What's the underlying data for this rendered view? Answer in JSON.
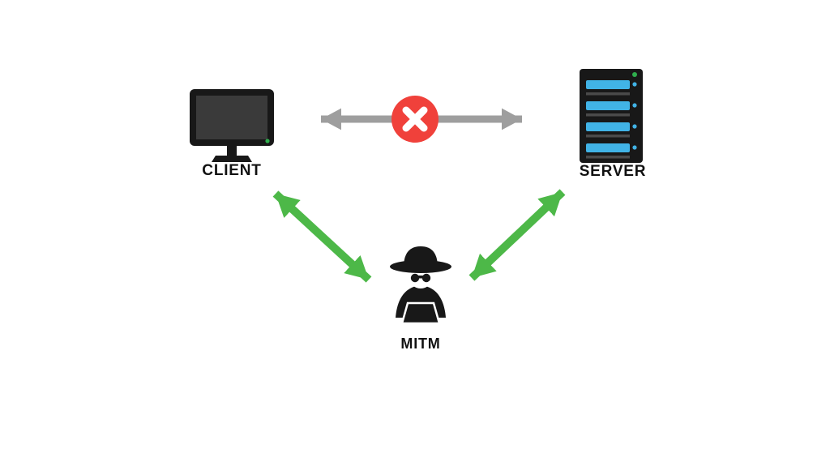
{
  "diagram": {
    "type": "mitm-attack-diagram",
    "nodes": {
      "client": {
        "label": "CLIENT"
      },
      "server": {
        "label": "SERVER"
      },
      "mitm": {
        "label": "MITM"
      }
    },
    "connections": [
      {
        "from": "client",
        "to": "server",
        "status": "blocked",
        "style": "gray-double-arrow-with-red-x"
      },
      {
        "from": "client",
        "to": "mitm",
        "status": "intercepted",
        "style": "green-double-arrow"
      },
      {
        "from": "server",
        "to": "mitm",
        "status": "intercepted",
        "style": "green-double-arrow"
      }
    ],
    "colors": {
      "arrow_green": "#4db848",
      "arrow_gray": "#9e9e9e",
      "blocked_red": "#f0413b",
      "icon_black": "#181818",
      "screen_gray": "#3a3a3a",
      "server_blue": "#41b3e6",
      "led_green": "#2fae4d"
    }
  }
}
